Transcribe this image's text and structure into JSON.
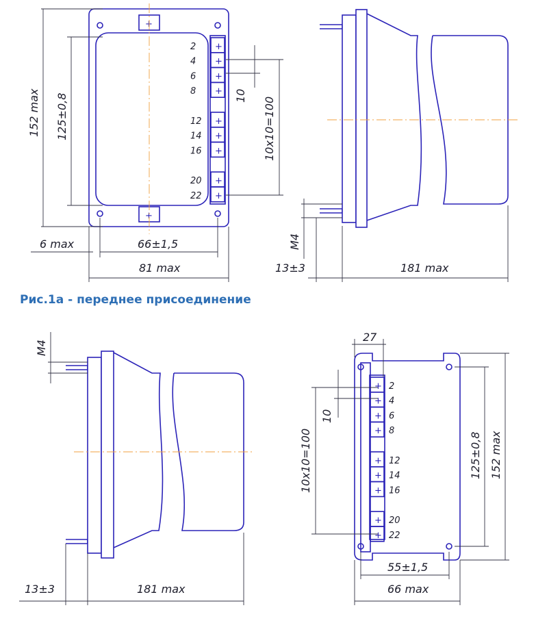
{
  "caption": "Рис.1а - переднее присоединение",
  "terminals": [
    "2",
    "4",
    "6",
    "8",
    "12",
    "14",
    "16",
    "20",
    "22"
  ],
  "top_front": {
    "height": "152 max",
    "mount_pitch": "125±0,8",
    "pitch": "10",
    "span": "10x10=100",
    "left_offset": "6 max",
    "hole_spacing": "66±1,5",
    "width": "81 max"
  },
  "top_side": {
    "thread": "M4",
    "stud": "13±3",
    "depth": "181 max"
  },
  "bottom_side": {
    "thread": "M4",
    "stud": "13±3",
    "depth": "181 max"
  },
  "bottom_rear": {
    "offset": "27",
    "pitch": "10",
    "span": "10x10=100",
    "mount_pitch": "125±0,8",
    "height": "152 max",
    "hole_spacing": "55±1,5",
    "width": "66 max"
  },
  "colors": {
    "outline": "#2b23b8",
    "centerline": "#f0a040",
    "dimension": "#333344",
    "caption": "#2e6fb5"
  }
}
